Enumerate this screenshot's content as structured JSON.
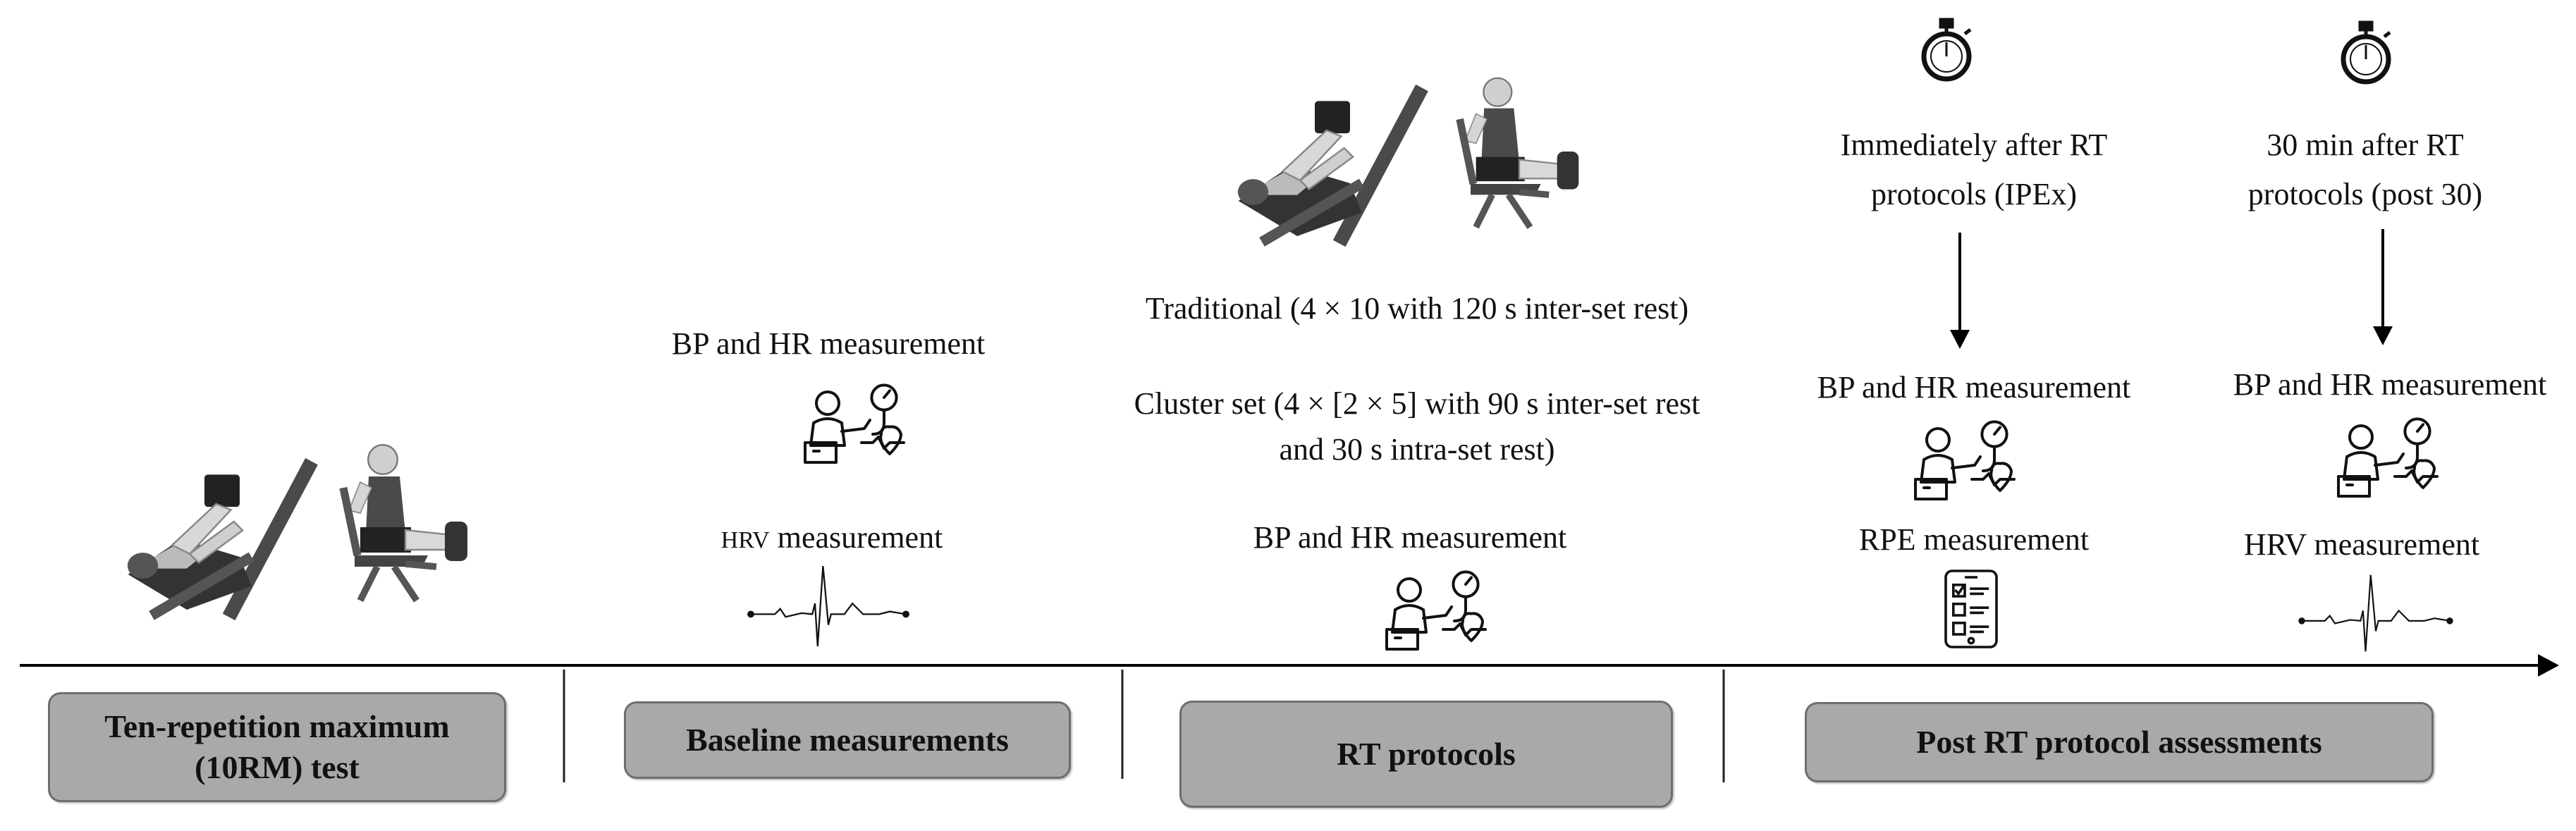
{
  "phases": {
    "p1": {
      "label": "Ten-repetition maximum (10RM) test"
    },
    "p2": {
      "label": "Baseline measurements"
    },
    "p3": {
      "label": "RT protocols"
    },
    "p4": {
      "label": "Post RT protocol assessments"
    }
  },
  "baseline": {
    "bp_hr": "BP and HR measurement",
    "hrv_prefix": "HRV",
    "hrv_suffix": "measurement"
  },
  "rt": {
    "traditional": "Traditional (4 × 10 with 120 s inter-set rest)",
    "cluster_line1": "Cluster set (4 × [2 × 5] with 90 s inter-set rest",
    "cluster_line2": "and 30 s intra-set rest)",
    "bp_hr": "BP and HR measurement"
  },
  "post": {
    "ipex_line1": "Immediately after RT",
    "ipex_line2": "protocols (IPEx)",
    "ipex_bp_hr": "BP and HR measurement",
    "rpe": "RPE measurement",
    "post30_line1": "30 min after RT",
    "post30_line2": "protocols (post 30)",
    "post30_bp_hr": "BP and HR measurement",
    "post30_hrv": "HRV measurement"
  },
  "icons": [
    "leg-press-machine-icon",
    "leg-extension-machine-icon",
    "bp-monitor-icon",
    "ecg-trace-icon",
    "stopwatch-icon",
    "rpe-scale-icon"
  ],
  "colors": {
    "phase_box": "#a9a9a9",
    "phase_border": "#6e6e6e",
    "axis": "#000000"
  }
}
